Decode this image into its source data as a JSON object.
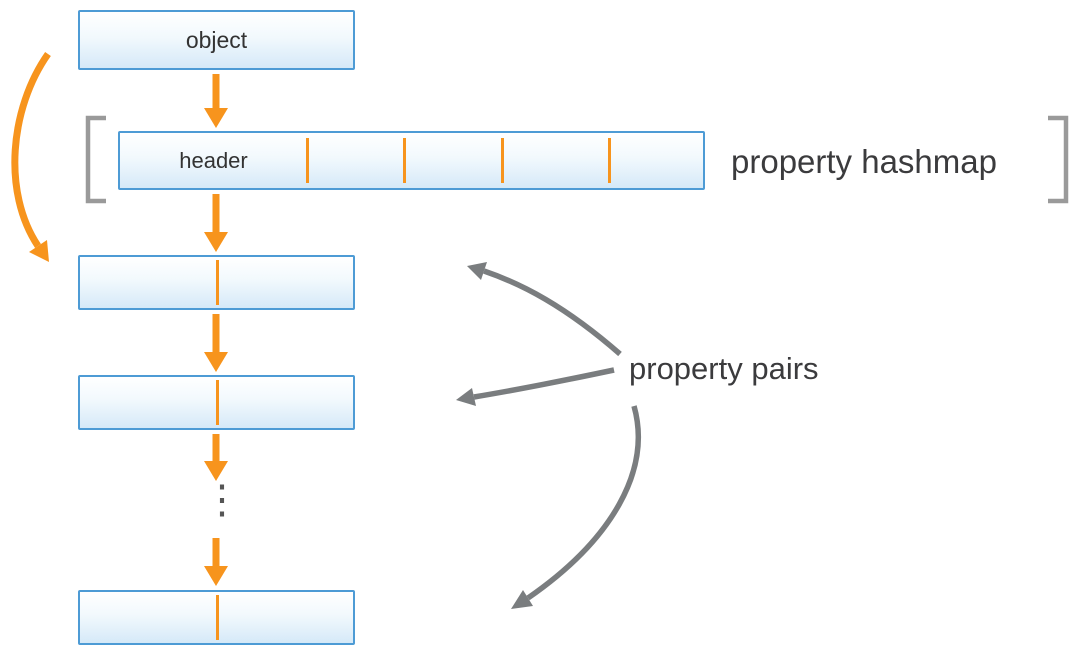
{
  "diagram": {
    "object": {
      "label": "object"
    },
    "hashmap": {
      "header_label": "header",
      "caption": "property hashmap"
    },
    "pairs": {
      "caption": "property pairs",
      "ellipsis": "⋮"
    },
    "colors": {
      "arrow_orange": "#F7941D",
      "box_border_blue": "#4D9BD5",
      "box_fill_blue": "#D5E9F8",
      "callout_gray": "#7A7D7F",
      "bracket_gray": "#9A9A9A",
      "text_dark": "#3B3B3D"
    }
  }
}
